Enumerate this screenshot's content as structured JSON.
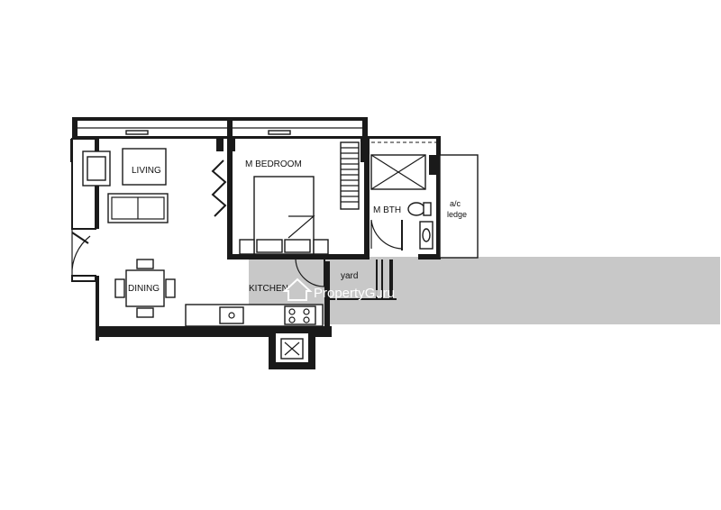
{
  "rooms": {
    "living": "LIVING",
    "dining": "DINING",
    "master_bedroom": "M BEDROOM",
    "kitchen": "KITCHEN",
    "yard": "yard",
    "master_bath": "M BTH",
    "ac_ledge_line1": "a/c",
    "ac_ledge_line2": "ledge"
  },
  "watermark": {
    "brand": "PropertyGuru"
  },
  "colors": {
    "wall": "#1a1a1a",
    "watermark_band": "#c8c8c8"
  }
}
